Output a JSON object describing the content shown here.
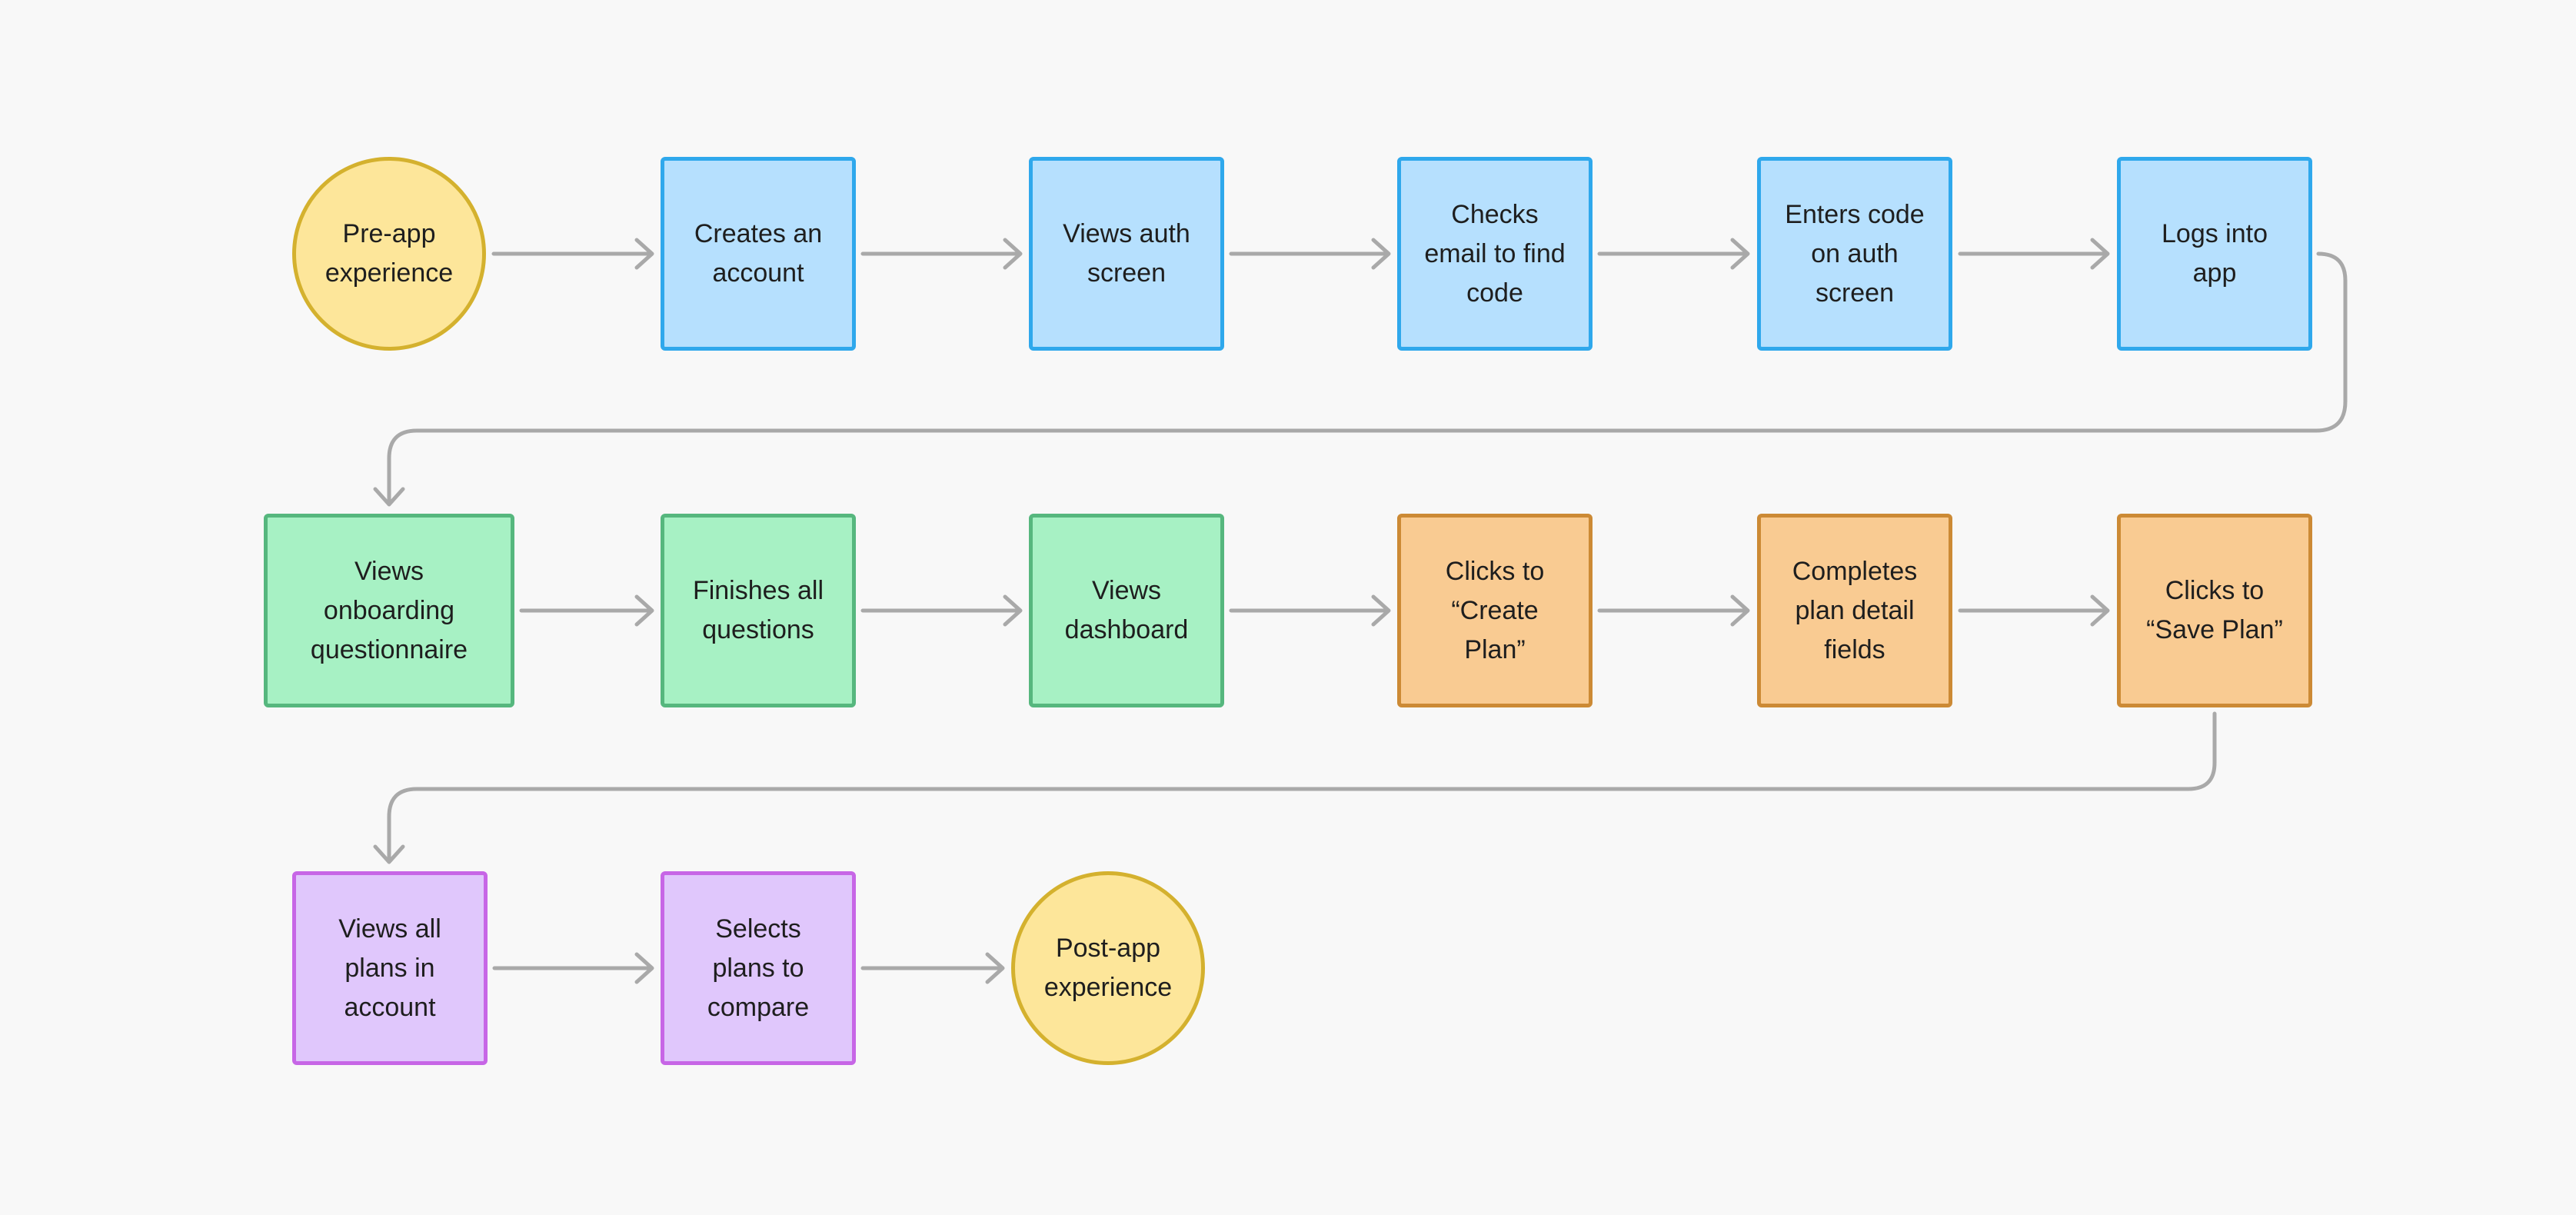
{
  "nodes": [
    {
      "id": "n1",
      "label": "Pre-app\nexperience",
      "shape": "circle",
      "color": "yellow"
    },
    {
      "id": "n2",
      "label": "Creates an\naccount",
      "shape": "square",
      "color": "blue"
    },
    {
      "id": "n3",
      "label": "Views auth\nscreen",
      "shape": "square",
      "color": "blue"
    },
    {
      "id": "n4",
      "label": "Checks\nemail to find\ncode",
      "shape": "square",
      "color": "blue"
    },
    {
      "id": "n5",
      "label": "Enters code\non auth\nscreen",
      "shape": "square",
      "color": "blue"
    },
    {
      "id": "n6",
      "label": "Logs into\napp",
      "shape": "square",
      "color": "blue"
    },
    {
      "id": "n7",
      "label": "Views\nonboarding\nquestionnaire",
      "shape": "square",
      "color": "green"
    },
    {
      "id": "n8",
      "label": "Finishes all\nquestions",
      "shape": "square",
      "color": "green"
    },
    {
      "id": "n9",
      "label": "Views\ndashboard",
      "shape": "square",
      "color": "green"
    },
    {
      "id": "n10",
      "label": "Clicks to\n“Create\nPlan”",
      "shape": "square",
      "color": "orange"
    },
    {
      "id": "n11",
      "label": "Completes\nplan detail\nfields",
      "shape": "square",
      "color": "orange"
    },
    {
      "id": "n12",
      "label": "Clicks to\n“Save Plan”",
      "shape": "square",
      "color": "orange"
    },
    {
      "id": "n13",
      "label": "Views all\nplans in\naccount",
      "shape": "square",
      "color": "purple"
    },
    {
      "id": "n14",
      "label": "Selects\nplans to\ncompare",
      "shape": "square",
      "color": "purple"
    },
    {
      "id": "n15",
      "label": "Post-app\nexperience",
      "shape": "circle",
      "color": "yellow"
    }
  ],
  "edges": [
    [
      "n1",
      "n2"
    ],
    [
      "n2",
      "n3"
    ],
    [
      "n3",
      "n4"
    ],
    [
      "n4",
      "n5"
    ],
    [
      "n5",
      "n6"
    ],
    [
      "n6",
      "n7"
    ],
    [
      "n7",
      "n8"
    ],
    [
      "n8",
      "n9"
    ],
    [
      "n9",
      "n10"
    ],
    [
      "n10",
      "n11"
    ],
    [
      "n11",
      "n12"
    ],
    [
      "n12",
      "n13"
    ],
    [
      "n13",
      "n14"
    ],
    [
      "n14",
      "n15"
    ]
  ],
  "colors": {
    "background": "#f8f8f8",
    "connector": "#a9a9a9",
    "yellow_fill": "#fde69a",
    "yellow_stroke": "#d4b12e",
    "blue_fill": "#b6e0fe",
    "blue_stroke": "#2fa8ec",
    "green_fill": "#a7f1c4",
    "green_stroke": "#56b77e",
    "orange_fill": "#f9cb92",
    "orange_stroke": "#cc8a35",
    "purple_fill": "#e0c7fc",
    "purple_stroke": "#c766e6"
  }
}
